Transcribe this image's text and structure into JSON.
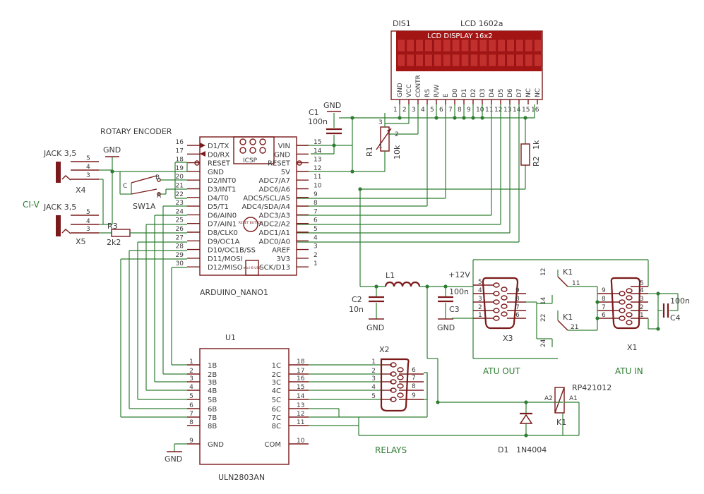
{
  "labels": {
    "dis1": "DIS1",
    "lcd_model": "LCD 1602a",
    "lcd_display": "LCD DISPLAY 16x2",
    "rotary_encoder": "ROTARY ENCODER",
    "ci_v": "CI-V",
    "jack_x4": "JACK 3,5",
    "jack_x5": "JACK 3,5",
    "x4": "X4",
    "x5": "X5",
    "sw1a": "SW1A",
    "r3": "R3",
    "r3_val": "2k2",
    "c1": "C1",
    "c1_val": "100n",
    "r1": "R1",
    "r1_val": "10k",
    "r2": "R2",
    "r2_val": "1k",
    "gnd": "GND",
    "arduino": "ARDUINO_NANO1",
    "icsp": "ICSP",
    "reset_button": "RESET BUTTON",
    "mini_usb": "mini-B USB",
    "l1": "L1",
    "c2": "C2",
    "c2_val": "10n",
    "c3": "C3",
    "c3_val": "100n",
    "plus12v": "+12V",
    "x3": "X3",
    "x1": "X1",
    "c4": "C4",
    "c4_val": "100n",
    "k1": "K1",
    "atu_out": "ATU OUT",
    "atu_in": "ATU IN",
    "u1": "U1",
    "uln": "ULN2803AN",
    "x2": "X2",
    "relays": "RELAYS",
    "rp": "RP421012",
    "a1": "A1",
    "a2": "A2",
    "d1": "D1",
    "d1_val": "1N4004",
    "num_11": "11",
    "num_12": "12",
    "num_14": "14",
    "num_21": "21",
    "num_22": "22",
    "num_24": "24",
    "sw_a": "A",
    "sw_b": "B",
    "sw_c": "C"
  },
  "lcd_pins": [
    "GND",
    "VCC",
    "CONTR",
    "RS",
    "R/W",
    "E",
    "D0",
    "D1",
    "D2",
    "D3",
    "D4",
    "D5",
    "D6",
    "D7",
    "NC",
    "NC"
  ],
  "lcd_pin_nums": [
    "1",
    "2",
    "3",
    "4",
    "5",
    "6",
    "7",
    "8",
    "9",
    "10",
    "11",
    "12",
    "13",
    "14",
    "15",
    "16"
  ],
  "nano_left": [
    {
      "num": "16",
      "name": "D1/TX"
    },
    {
      "num": "17",
      "name": "D0/RX"
    },
    {
      "num": "18",
      "name": "RESET"
    },
    {
      "num": "19",
      "name": "GND"
    },
    {
      "num": "20",
      "name": "D2/INT0"
    },
    {
      "num": "21",
      "name": "D3/INT1"
    },
    {
      "num": "22",
      "name": "D4/T0"
    },
    {
      "num": "23",
      "name": "D5/T1"
    },
    {
      "num": "24",
      "name": "D6/AIN0"
    },
    {
      "num": "25",
      "name": "D7/AIN1"
    },
    {
      "num": "26",
      "name": "D8/CLK0"
    },
    {
      "num": "27",
      "name": "D9/OC1A"
    },
    {
      "num": "28",
      "name": "D10/OC1B/SS"
    },
    {
      "num": "29",
      "name": "D11/MOSI"
    },
    {
      "num": "30",
      "name": "D12/MISO"
    }
  ],
  "nano_right": [
    {
      "num": "15",
      "name": "VIN"
    },
    {
      "num": "14",
      "name": "GND"
    },
    {
      "num": "13",
      "name": "RESET"
    },
    {
      "num": "12",
      "name": "5V"
    },
    {
      "num": "11",
      "name": "ADC7/A7"
    },
    {
      "num": "10",
      "name": "ADC6/A6"
    },
    {
      "num": "9",
      "name": "ADC5/SCL/A5"
    },
    {
      "num": "8",
      "name": "ADC4/SDA/A4"
    },
    {
      "num": "7",
      "name": "ADC3/A3"
    },
    {
      "num": "6",
      "name": "ADC2/A2"
    },
    {
      "num": "5",
      "name": "ADC1/A1"
    },
    {
      "num": "4",
      "name": "ADC0/A0"
    },
    {
      "num": "3",
      "name": "AREF"
    },
    {
      "num": "2",
      "name": "3V3"
    },
    {
      "num": "1",
      "name": "SCK/D13"
    }
  ],
  "uln_left": [
    {
      "num": "1",
      "name": "1B"
    },
    {
      "num": "2",
      "name": "2B"
    },
    {
      "num": "3",
      "name": "3B"
    },
    {
      "num": "4",
      "name": "4B"
    },
    {
      "num": "5",
      "name": "5B"
    },
    {
      "num": "6",
      "name": "6B"
    },
    {
      "num": "7",
      "name": "7B"
    },
    {
      "num": "8",
      "name": "8B"
    },
    {
      "num": "9",
      "name": "GND"
    }
  ],
  "uln_right": [
    {
      "num": "18",
      "name": "1C"
    },
    {
      "num": "17",
      "name": "2C"
    },
    {
      "num": "16",
      "name": "3C"
    },
    {
      "num": "15",
      "name": "4C"
    },
    {
      "num": "14",
      "name": "5C"
    },
    {
      "num": "13",
      "name": "6C"
    },
    {
      "num": "12",
      "name": "7C"
    },
    {
      "num": "11",
      "name": "8C"
    },
    {
      "num": "10",
      "name": "COM"
    }
  ],
  "jack_pins": [
    "5",
    "4",
    "3"
  ],
  "db9_pins": [
    "1",
    "2",
    "3",
    "4",
    "5",
    "6",
    "7",
    "8",
    "9"
  ],
  "x3_left": [
    "5",
    "4",
    "3",
    "2",
    "1"
  ],
  "x3_right": [
    "9",
    "8",
    "7",
    "6"
  ],
  "x1_left": [
    "9",
    "8",
    "7",
    "6"
  ],
  "x1_right": [
    "5",
    "4",
    "3",
    "2",
    "1"
  ],
  "x2_left": [
    "1",
    "2",
    "3",
    "4",
    "5"
  ],
  "x2_right": [
    "6",
    "7",
    "8",
    "9"
  ],
  "colors": {
    "wire": "#2e7d32",
    "part": "#7b1a1a",
    "text": "#3a3a3a",
    "lcd": "#a31515"
  }
}
